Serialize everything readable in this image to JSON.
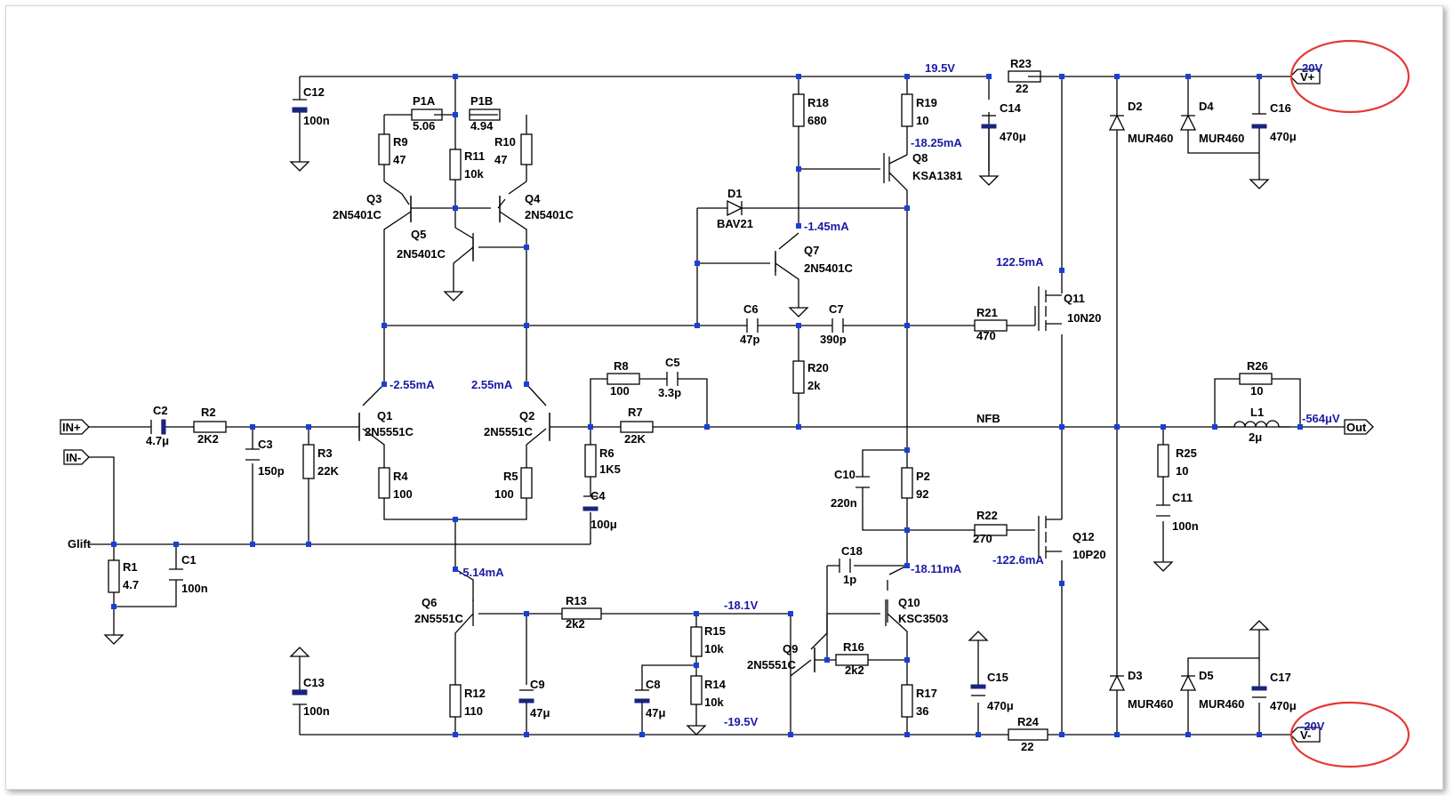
{
  "components": [
    {
      "id": "C12",
      "value": "100n"
    },
    {
      "id": "P1A",
      "value": "5.06"
    },
    {
      "id": "P1B",
      "value": "4.94"
    },
    {
      "id": "R9",
      "value": "47"
    },
    {
      "id": "R11",
      "value": "10k"
    },
    {
      "id": "R10",
      "value": "47"
    },
    {
      "id": "Q3",
      "value": "2N5401C"
    },
    {
      "id": "Q4",
      "value": "2N5401C"
    },
    {
      "id": "Q5",
      "value": "2N5401C"
    },
    {
      "id": "R18",
      "value": "680"
    },
    {
      "id": "R19",
      "value": "10"
    },
    {
      "id": "Q8",
      "value": "KSA1381"
    },
    {
      "id": "D1",
      "value": "BAV21"
    },
    {
      "id": "Q7",
      "value": "2N5401C"
    },
    {
      "id": "C14",
      "value": "470μ"
    },
    {
      "id": "R23",
      "value": "22"
    },
    {
      "id": "D2",
      "value": "MUR460"
    },
    {
      "id": "D4",
      "value": "MUR460"
    },
    {
      "id": "C16",
      "value": "470μ"
    },
    {
      "id": "Q11",
      "value": "10N20"
    },
    {
      "id": "C6",
      "value": "47p"
    },
    {
      "id": "C7",
      "value": "390p"
    },
    {
      "id": "R21",
      "value": "470"
    },
    {
      "id": "R20",
      "value": "2k"
    },
    {
      "id": "R8",
      "value": "100"
    },
    {
      "id": "C5",
      "value": "3.3p"
    },
    {
      "id": "R7",
      "value": "22K"
    },
    {
      "id": "R26",
      "value": "10"
    },
    {
      "id": "L1",
      "value": "2μ"
    },
    {
      "id": "C2",
      "value": "4.7μ"
    },
    {
      "id": "R2",
      "value": "2K2"
    },
    {
      "id": "C3",
      "value": "150p"
    },
    {
      "id": "R3",
      "value": "22K"
    },
    {
      "id": "Q1",
      "value": "2N5551C"
    },
    {
      "id": "Q2",
      "value": "2N5551C"
    },
    {
      "id": "R4",
      "value": "100"
    },
    {
      "id": "R5",
      "value": "100"
    },
    {
      "id": "R6",
      "value": "1K5"
    },
    {
      "id": "C4",
      "value": "100μ"
    },
    {
      "id": "C10",
      "value": "220n"
    },
    {
      "id": "P2",
      "value": "92"
    },
    {
      "id": "R22",
      "value": "270"
    },
    {
      "id": "Q12",
      "value": "10P20"
    },
    {
      "id": "R25",
      "value": "10"
    },
    {
      "id": "C11",
      "value": "100n"
    },
    {
      "id": "R1",
      "value": "4.7"
    },
    {
      "id": "C1",
      "value": "100n"
    },
    {
      "id": "Q6",
      "value": "2N5551C"
    },
    {
      "id": "R13",
      "value": "2k2"
    },
    {
      "id": "C18",
      "value": "1p"
    },
    {
      "id": "Q10",
      "value": "KSC3503"
    },
    {
      "id": "R15",
      "value": "10k"
    },
    {
      "id": "Q9",
      "value": "2N5551C"
    },
    {
      "id": "R16",
      "value": "2k2"
    },
    {
      "id": "C8",
      "value": "47μ"
    },
    {
      "id": "R14",
      "value": "10k"
    },
    {
      "id": "R12",
      "value": "110"
    },
    {
      "id": "C9",
      "value": "47μ"
    },
    {
      "id": "C13",
      "value": "100n"
    },
    {
      "id": "C15",
      "value": "470μ"
    },
    {
      "id": "R17",
      "value": "36"
    },
    {
      "id": "R24",
      "value": "22"
    },
    {
      "id": "D3",
      "value": "MUR460"
    },
    {
      "id": "D5",
      "value": "MUR460"
    },
    {
      "id": "C17",
      "value": "470μ"
    }
  ],
  "annotations": [
    "19.5V",
    "20V",
    "-18.25mA",
    "-1.45mA",
    "122.5mA",
    "-2.55mA",
    "2.55mA",
    "NFB",
    "-564μV",
    "-5.14mA",
    "-18.1V",
    "-18.11mA",
    "-122.6mA",
    "-19.5V",
    "-20V"
  ],
  "ports": {
    "in_plus": "IN+",
    "in_minus": "IN-",
    "gnd_lift": "Glift",
    "out": "Out",
    "v_plus": "V+",
    "v_minus": "V-"
  }
}
